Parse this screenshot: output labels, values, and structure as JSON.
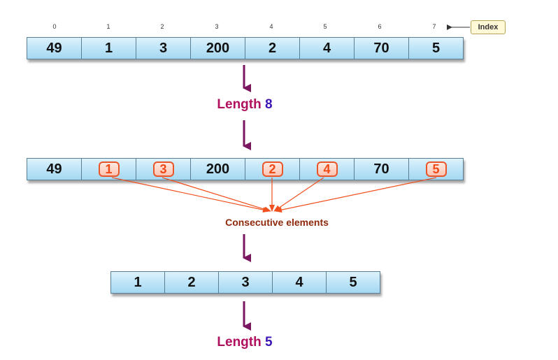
{
  "indices": [
    "0",
    "1",
    "2",
    "3",
    "4",
    "5",
    "6",
    "7"
  ],
  "index_label": "Index",
  "array_top": [
    "49",
    "1",
    "3",
    "200",
    "2",
    "4",
    "70",
    "5"
  ],
  "length_word": "Length",
  "length_top_value": "8",
  "array_middle": [
    {
      "value": "49",
      "highlighted": false
    },
    {
      "value": "1",
      "highlighted": true
    },
    {
      "value": "3",
      "highlighted": true
    },
    {
      "value": "200",
      "highlighted": false
    },
    {
      "value": "2",
      "highlighted": true
    },
    {
      "value": "4",
      "highlighted": true
    },
    {
      "value": "70",
      "highlighted": false
    },
    {
      "value": "5",
      "highlighted": true
    }
  ],
  "consecutive_label": "Consecutive elements",
  "array_bottom": [
    "1",
    "2",
    "3",
    "4",
    "5"
  ],
  "length_bottom_value": "5",
  "colors": {
    "cell_fill": "#b6e1f5",
    "arrow_down": "#7a1660",
    "highlight": "#f04a17",
    "connector": "#f0501e",
    "length_word": "#b0105e",
    "length_number": "#3b15b6",
    "consecutive_text": "#8e2a0b"
  }
}
